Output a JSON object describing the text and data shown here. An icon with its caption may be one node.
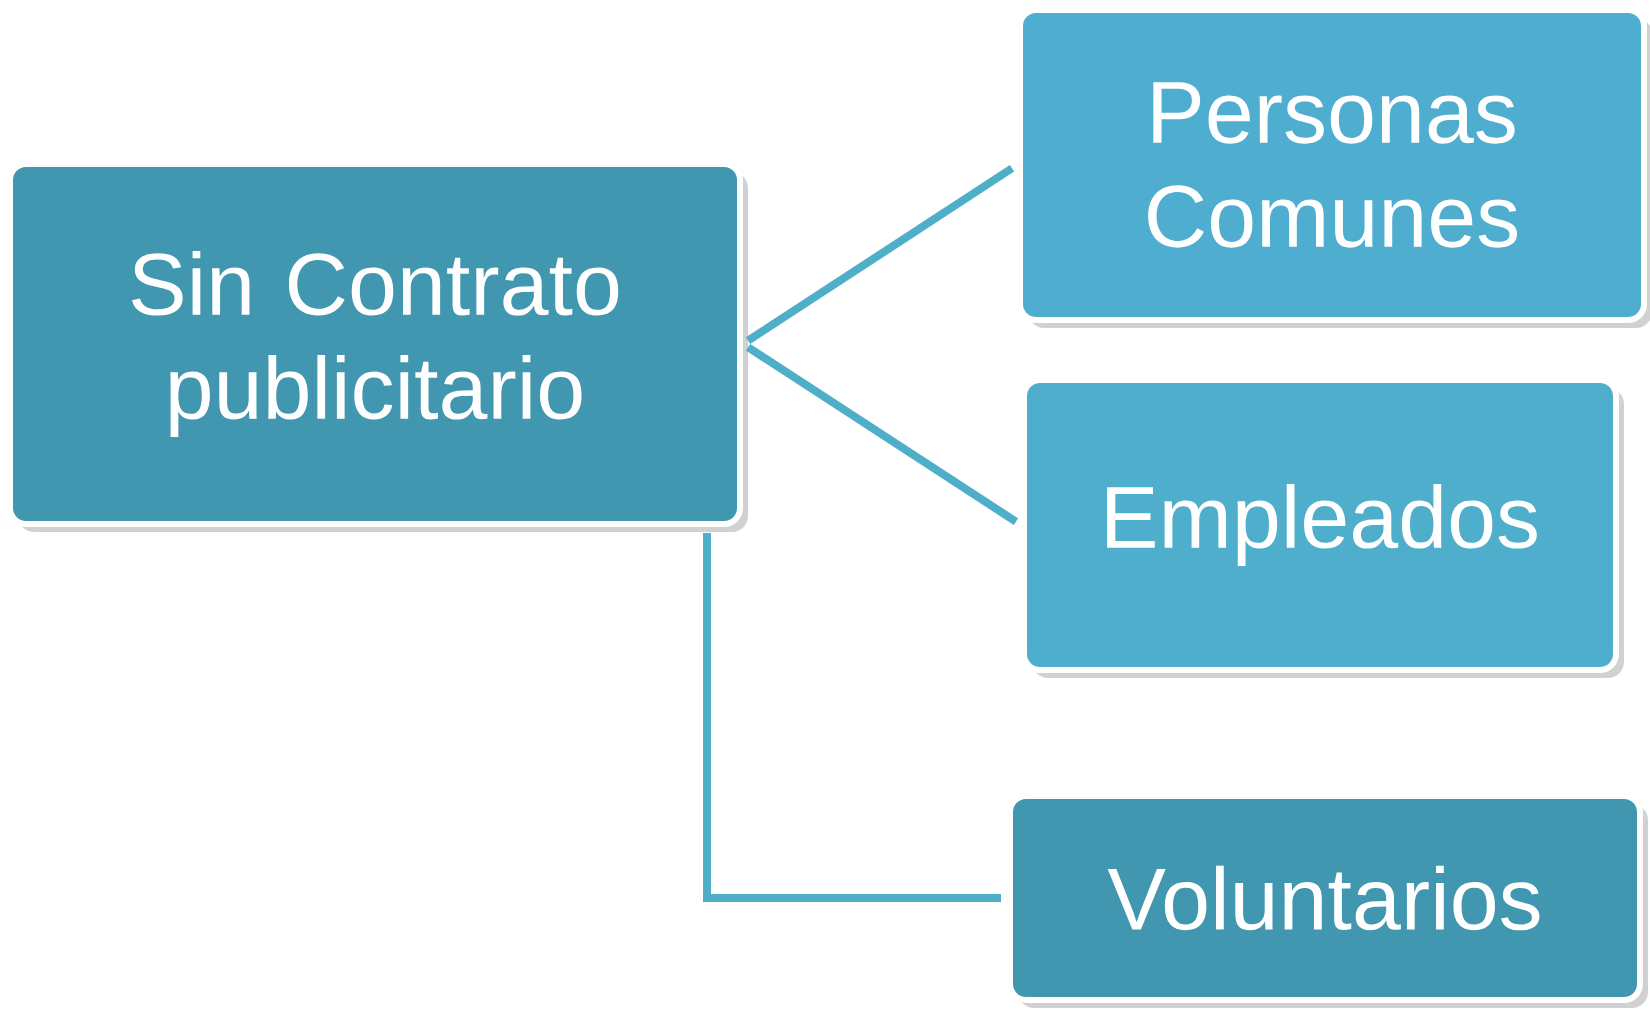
{
  "diagram": {
    "nodes": [
      {
        "text": [
          "Sin Contrato publicitario"
        ]
      },
      {
        "text": [
          "Personas Comunes"
        ]
      },
      {
        "text": [
          "Empleados"
        ]
      },
      {
        "text": [
          "Voluntarios"
        ]
      }
    ],
    "edges": [
      {
        "from": 0,
        "to": 1,
        "arrow": "none"
      },
      {
        "from": 0,
        "to": 2,
        "arrow": "none"
      },
      {
        "from": 0,
        "to": 3,
        "arrow": "none"
      }
    ]
  }
}
